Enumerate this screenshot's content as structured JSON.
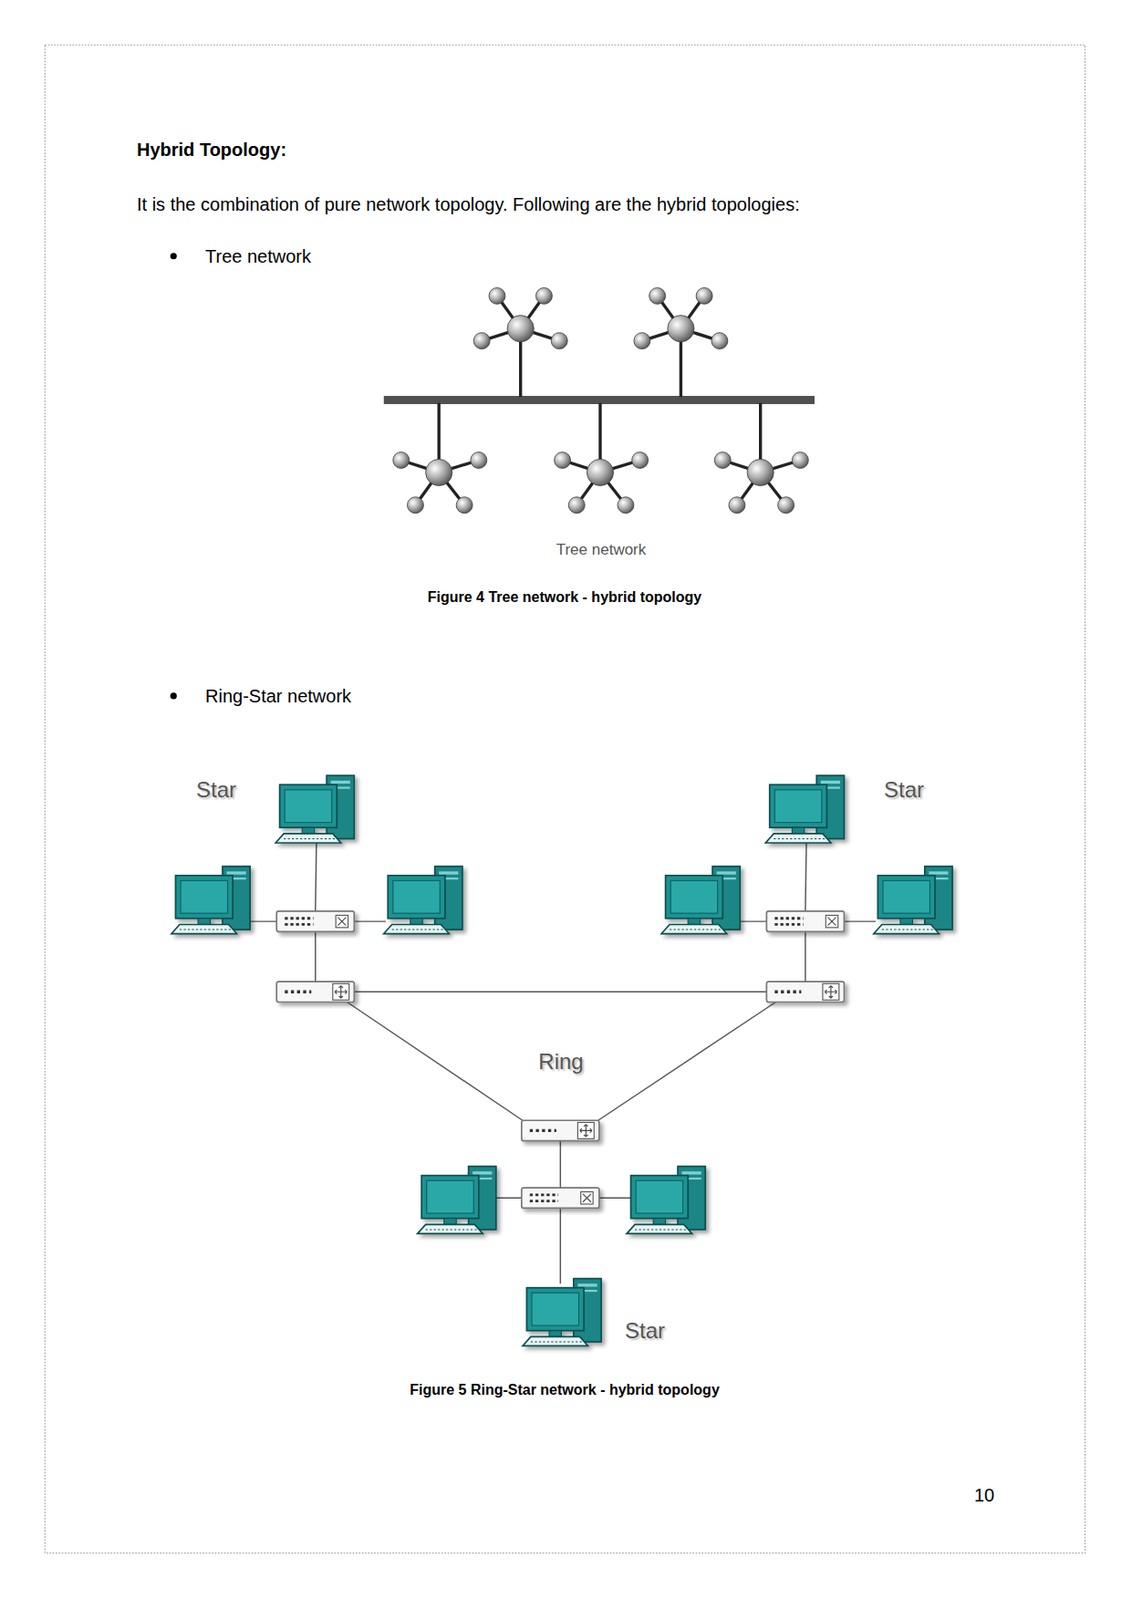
{
  "diagram": {
    "title": "Hybrid Topology:",
    "labels": [
      "It is the combination of pure network topology. Following are the hybrid topologies:",
      "Tree network",
      "Tree network",
      "Figure 4 Tree network - hybrid topology",
      "Ring-Star network",
      "Star",
      "Star",
      "Ring",
      "Star",
      "Figure 5 Ring-Star network - hybrid topology",
      "10"
    ]
  }
}
